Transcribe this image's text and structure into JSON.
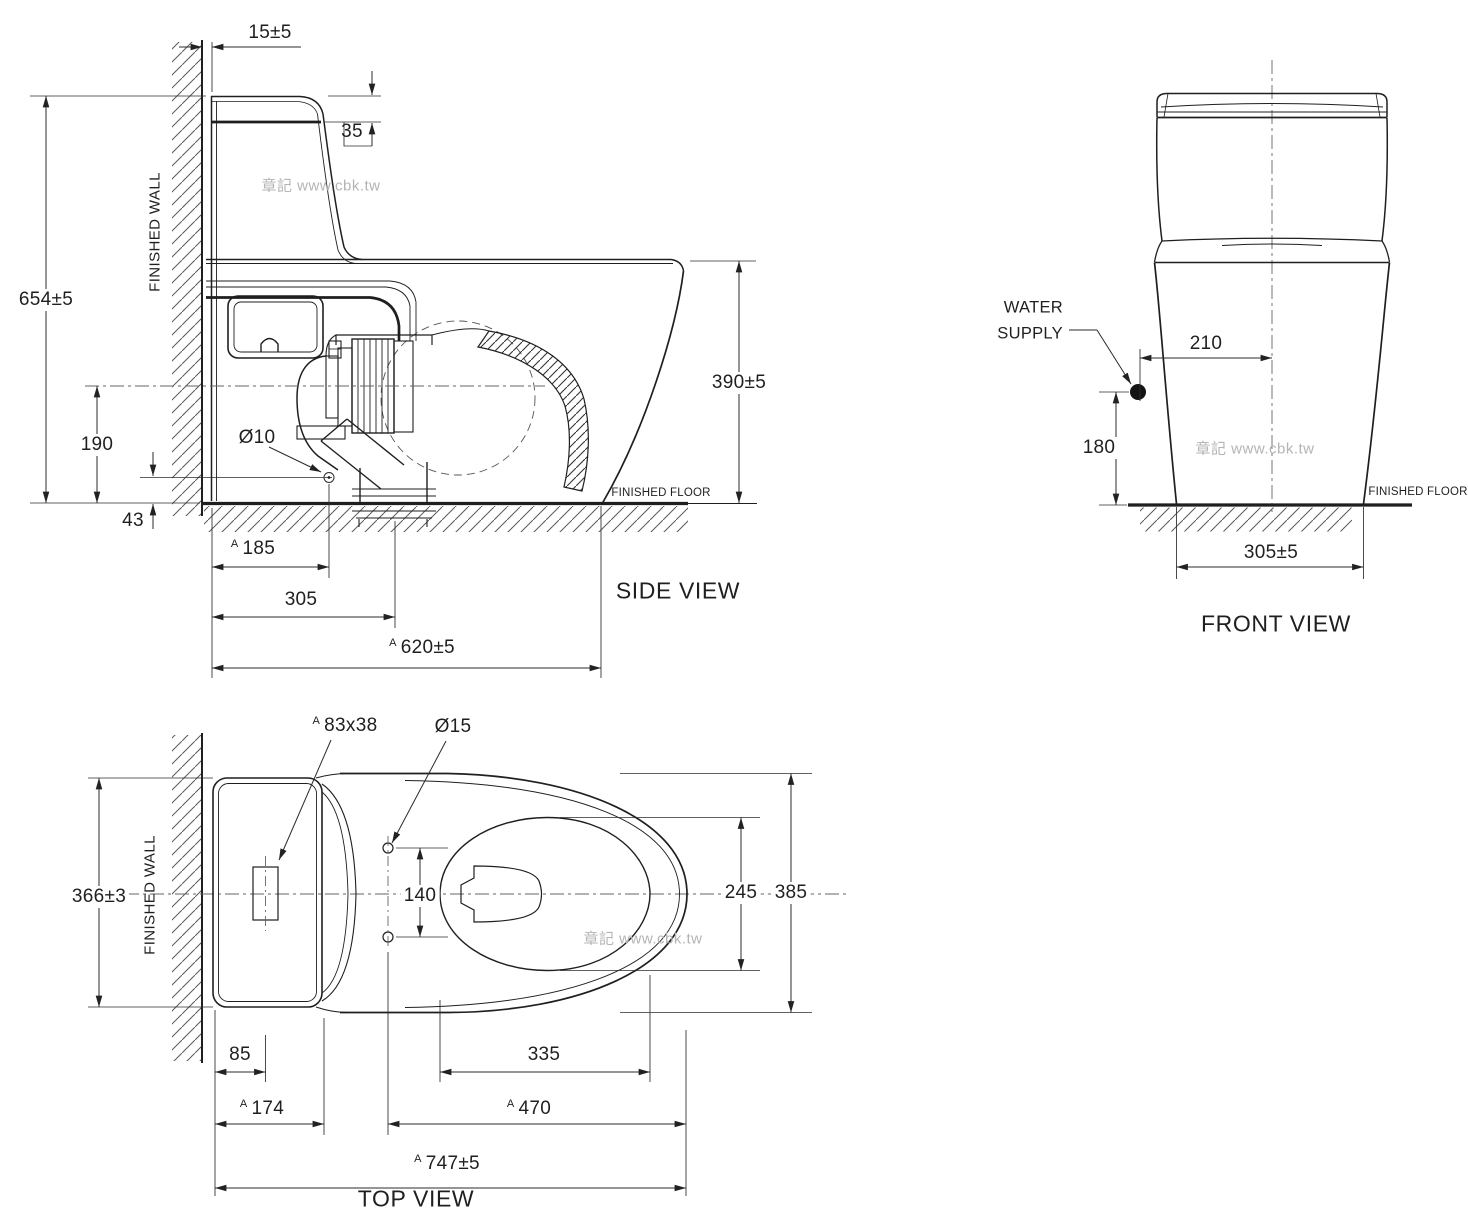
{
  "watermark": "章記 www.cbk.tw",
  "sup_prefix": "A",
  "colors": {
    "line": "#1f1f1f",
    "dim": "#2b2b2b",
    "watermark": "#b4b4b4",
    "background": "#ffffff"
  },
  "side": {
    "title": "SIDE VIEW",
    "wall_label": "FINISHED WALL",
    "floor_label": "FINISHED FLOOR",
    "dims": {
      "wall_gap": "15±5",
      "lid_height": "35",
      "overall_height": "654±5",
      "trap_center_height": "190",
      "fixing_hole_height": "43",
      "fixing_hole_dia": "Ø10",
      "bowl_height": "390±5",
      "fixing_hole_from_wall": "185",
      "outlet_rough_in": "305",
      "overall_depth": "620±5"
    }
  },
  "front": {
    "title": "FRONT VIEW",
    "floor_label": "FINISHED FLOOR",
    "water_supply_label": "WATER\nSUPPLY",
    "dims": {
      "supply_offset": "210",
      "supply_height": "180",
      "base_width": "305±5"
    }
  },
  "top": {
    "title": "TOP VIEW",
    "wall_label": "FINISHED WALL",
    "dims": {
      "button_cutout": "83x38",
      "supply_holes_dia": "Ø15",
      "tank_width": "366±3",
      "holes_spacing": "140",
      "seat_opening_width": "245",
      "bowl_width": "385",
      "button_from_wall": "85",
      "seat_opening_length": "335",
      "tank_depth": "174",
      "bowl_length": "470",
      "overall_length": "747±5"
    }
  }
}
